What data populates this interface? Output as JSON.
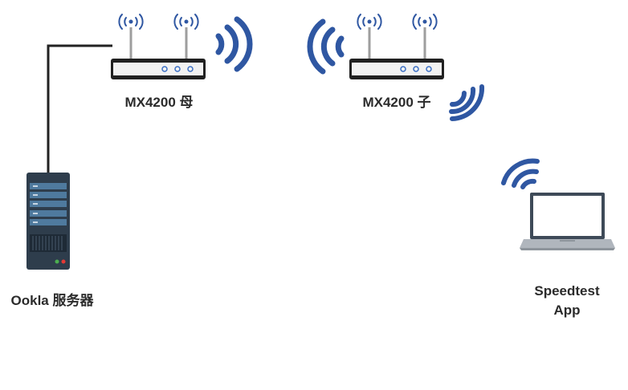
{
  "nodes": {
    "router_main": {
      "label": "MX4200 母"
    },
    "router_node": {
      "label": "MX4200 子"
    },
    "server": {
      "label": "Ookla 服务器"
    },
    "client": {
      "label_line1": "Speedtest",
      "label_line2": "App"
    }
  },
  "colors": {
    "wave": "#2f57a2",
    "router_body": "#212121",
    "router_face": "#f2f2f2",
    "router_led": "#3b6fc4",
    "antenna": "#9e9e9e",
    "cable": "#222222",
    "server_body": "#2e3d4c",
    "server_panel": "#4f7a9e",
    "laptop_frame": "#3e4a58",
    "laptop_screen": "#ffffff",
    "laptop_base": "#b0b6bd"
  }
}
